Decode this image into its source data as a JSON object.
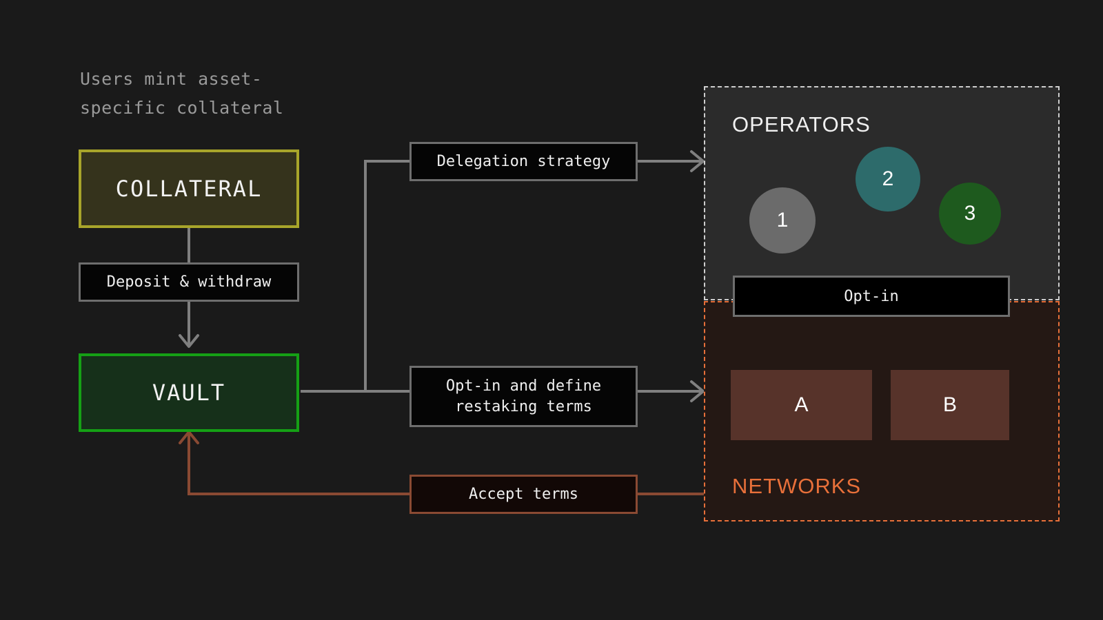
{
  "diagram": {
    "title_caption": "Users mint asset-\nspecific collateral",
    "background": "#1a1a1a"
  },
  "nodes": {
    "collateral": {
      "label": "COLLATERAL",
      "border_color": "#a8a52a",
      "fill_color": "#35331c"
    },
    "vault": {
      "label": "VAULT",
      "border_color": "#15a015",
      "fill_color": "#16301a"
    },
    "deposit_withdraw": {
      "label": "Deposit & withdraw"
    },
    "delegation_strategy": {
      "label": "Delegation strategy"
    },
    "optin_restaking": {
      "label": "Opt-in and define\nrestaking terms"
    },
    "accept_terms": {
      "label": "Accept terms",
      "border_color": "#8a4a33",
      "fill_color": "#120806"
    },
    "optin_bar": {
      "label": "Opt-in"
    }
  },
  "operators_panel": {
    "title": "OPERATORS",
    "border_color": "#cfcfcf",
    "fill_color": "#2b2b2b",
    "circles": [
      {
        "label": "1",
        "color": "#6b6b6b"
      },
      {
        "label": "2",
        "color": "#2d6b6b"
      },
      {
        "label": "3",
        "color": "#1e5a1e"
      }
    ]
  },
  "networks_panel": {
    "title": "NETWORKS",
    "border_color": "#e8703a",
    "fill_color": "#241814",
    "boxes": [
      {
        "label": "A",
        "color": "#57332a"
      },
      {
        "label": "B",
        "color": "#57332a"
      }
    ]
  },
  "connectors": {
    "collateral_to_vault": "Deposit & withdraw",
    "vault_to_operators": "Delegation strategy",
    "vault_to_networks": "Opt-in and define restaking terms",
    "networks_to_vault": "Accept terms",
    "arrow_color_default": "#808080",
    "arrow_color_accept": "#8a4a33",
    "arrow_color_operator_1": "#808080",
    "arrow_color_operator_2": "#2d7a72",
    "arrow_color_operator_3": "#1e8a1e"
  }
}
